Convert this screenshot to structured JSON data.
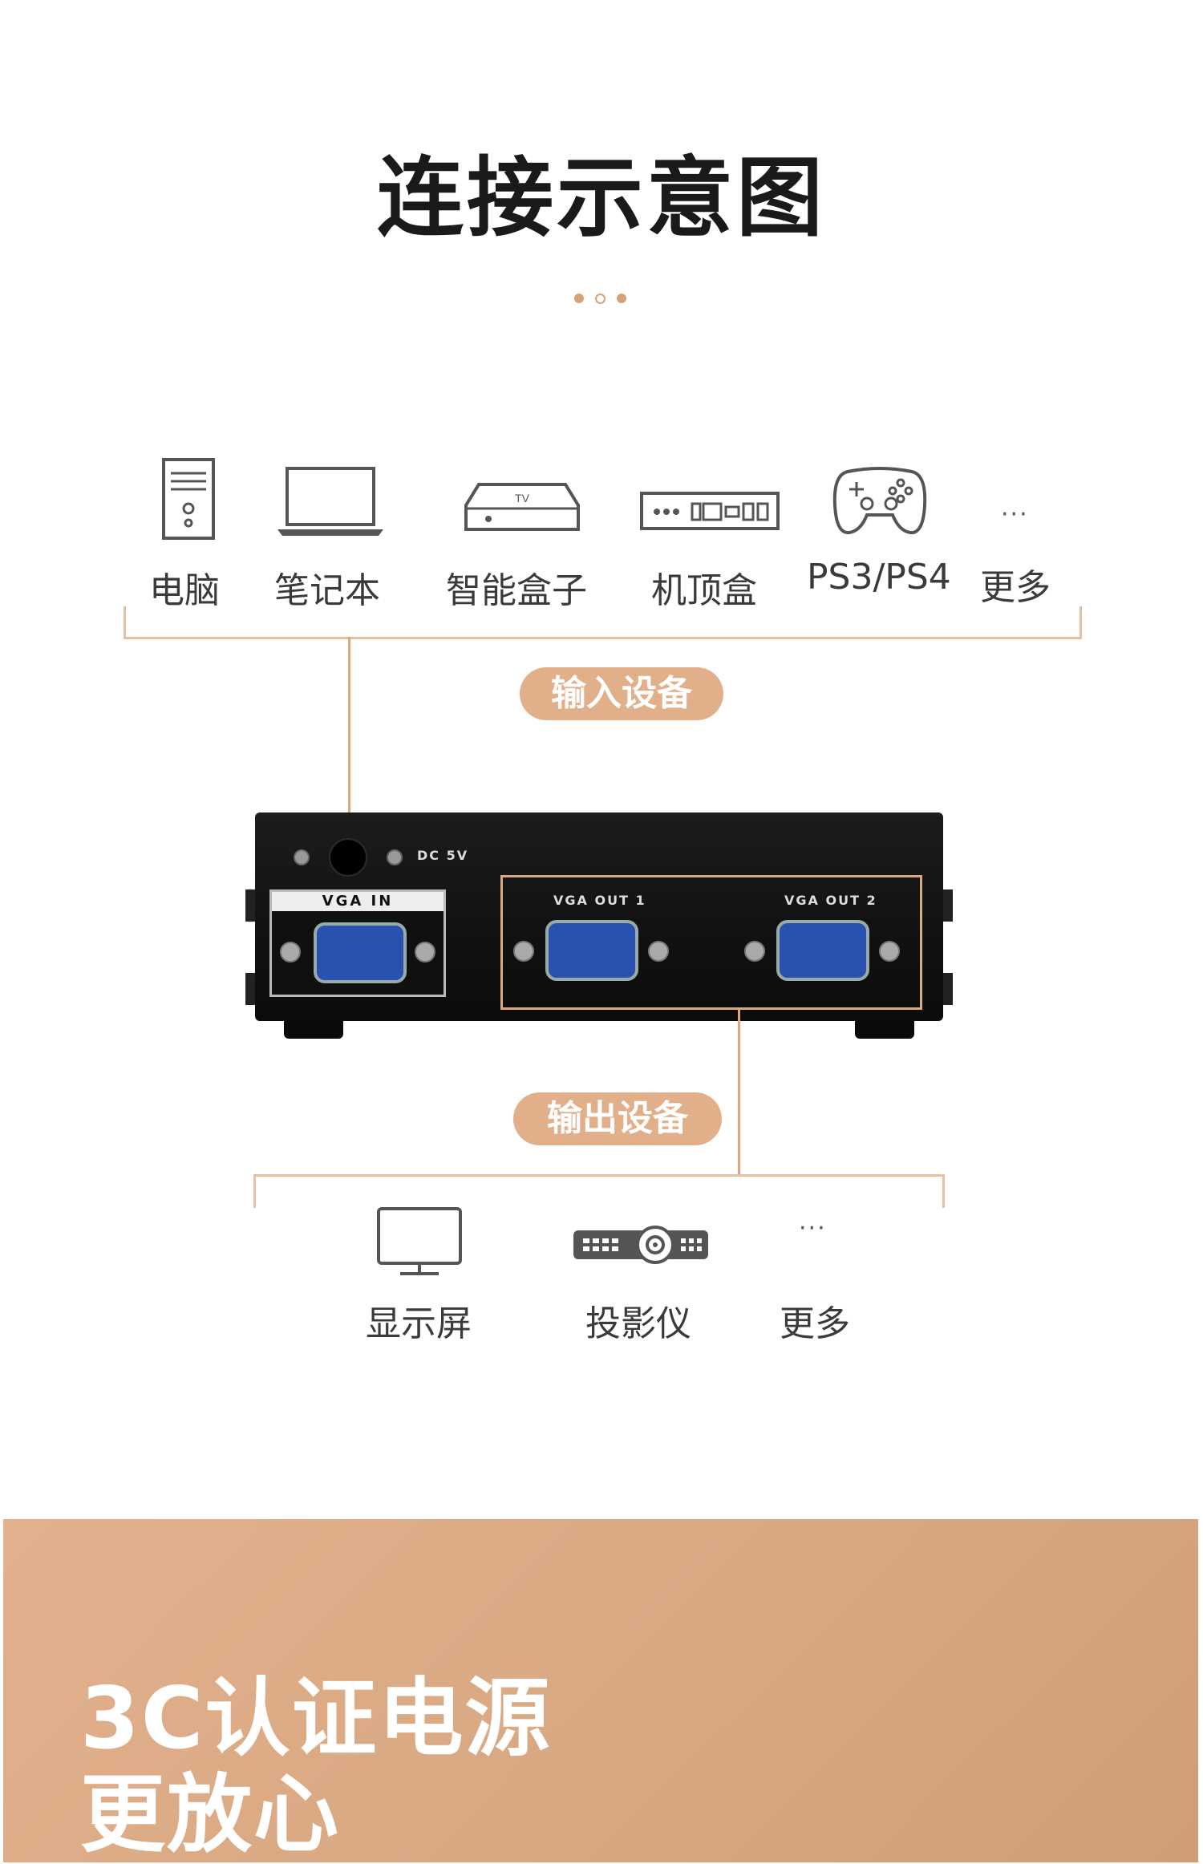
{
  "title": "连接示意图",
  "accent_color": "#d4a27a",
  "input_devices": [
    {
      "icon": "desktop-pc-icon",
      "label": "电脑"
    },
    {
      "icon": "laptop-icon",
      "label": "笔记本"
    },
    {
      "icon": "tv-box-icon",
      "label": "智能盒子",
      "icon_text": "TV"
    },
    {
      "icon": "set-top-box-icon",
      "label": "机顶盒"
    },
    {
      "icon": "gamepad-icon",
      "label": "PS3/PS4"
    },
    {
      "icon": "more-icon",
      "label": "更多"
    }
  ],
  "input_pill": "输入设备",
  "device": {
    "power_label": "DC 5V",
    "vga_in": "VGA IN",
    "vga_out_1": "VGA OUT 1",
    "vga_out_2": "VGA OUT 2"
  },
  "output_pill": "输出设备",
  "output_devices": [
    {
      "icon": "monitor-icon",
      "label": "显示屏"
    },
    {
      "icon": "projector-icon",
      "label": "投影仪"
    },
    {
      "icon": "more-icon",
      "label": "更多"
    }
  ],
  "banner": {
    "line1": "3C认证电源",
    "line2": "更放心"
  }
}
